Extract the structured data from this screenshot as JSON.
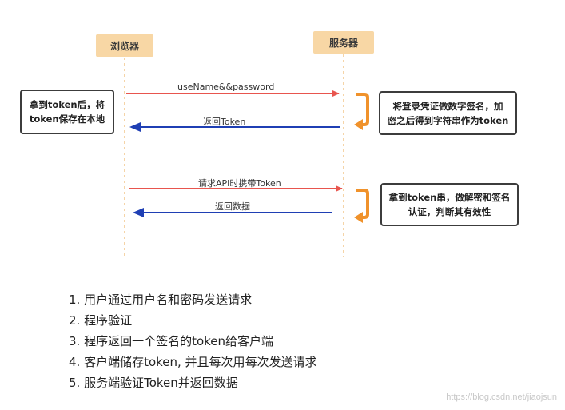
{
  "actors": {
    "browser": "浏览器",
    "server": "服务器"
  },
  "notes": {
    "left_line1": "拿到token后，将",
    "left_line2": "token保存在本地",
    "right1_line1": "将登录凭证做数字签名，加",
    "right1_line2": "密之后得到字符串作为token",
    "right2_line1": "拿到token串，做解密和签名",
    "right2_line2": "认证，判断其有效性"
  },
  "messages": {
    "m1": "useName&&password",
    "m2": "返回Token",
    "m3": "请求API时携带Token",
    "m4": "返回数据"
  },
  "steps": [
    "1. 用户通过用户名和密码发送请求",
    "2. 程序验证",
    "3. 程序返回一个签名的token给客户端",
    "4. 客户端储存token, 并且每次用每次发送请求",
    "5. 服务端验证Token并返回数据"
  ],
  "watermark": "https://blog.csdn.net/jiaojsun",
  "colors": {
    "request_arrow": "#e8554e",
    "response_arrow": "#1f3fb4",
    "self_arrow": "#f0922b",
    "actor_bg": "#f8d7a5",
    "lifeline": "#f2c58a"
  }
}
